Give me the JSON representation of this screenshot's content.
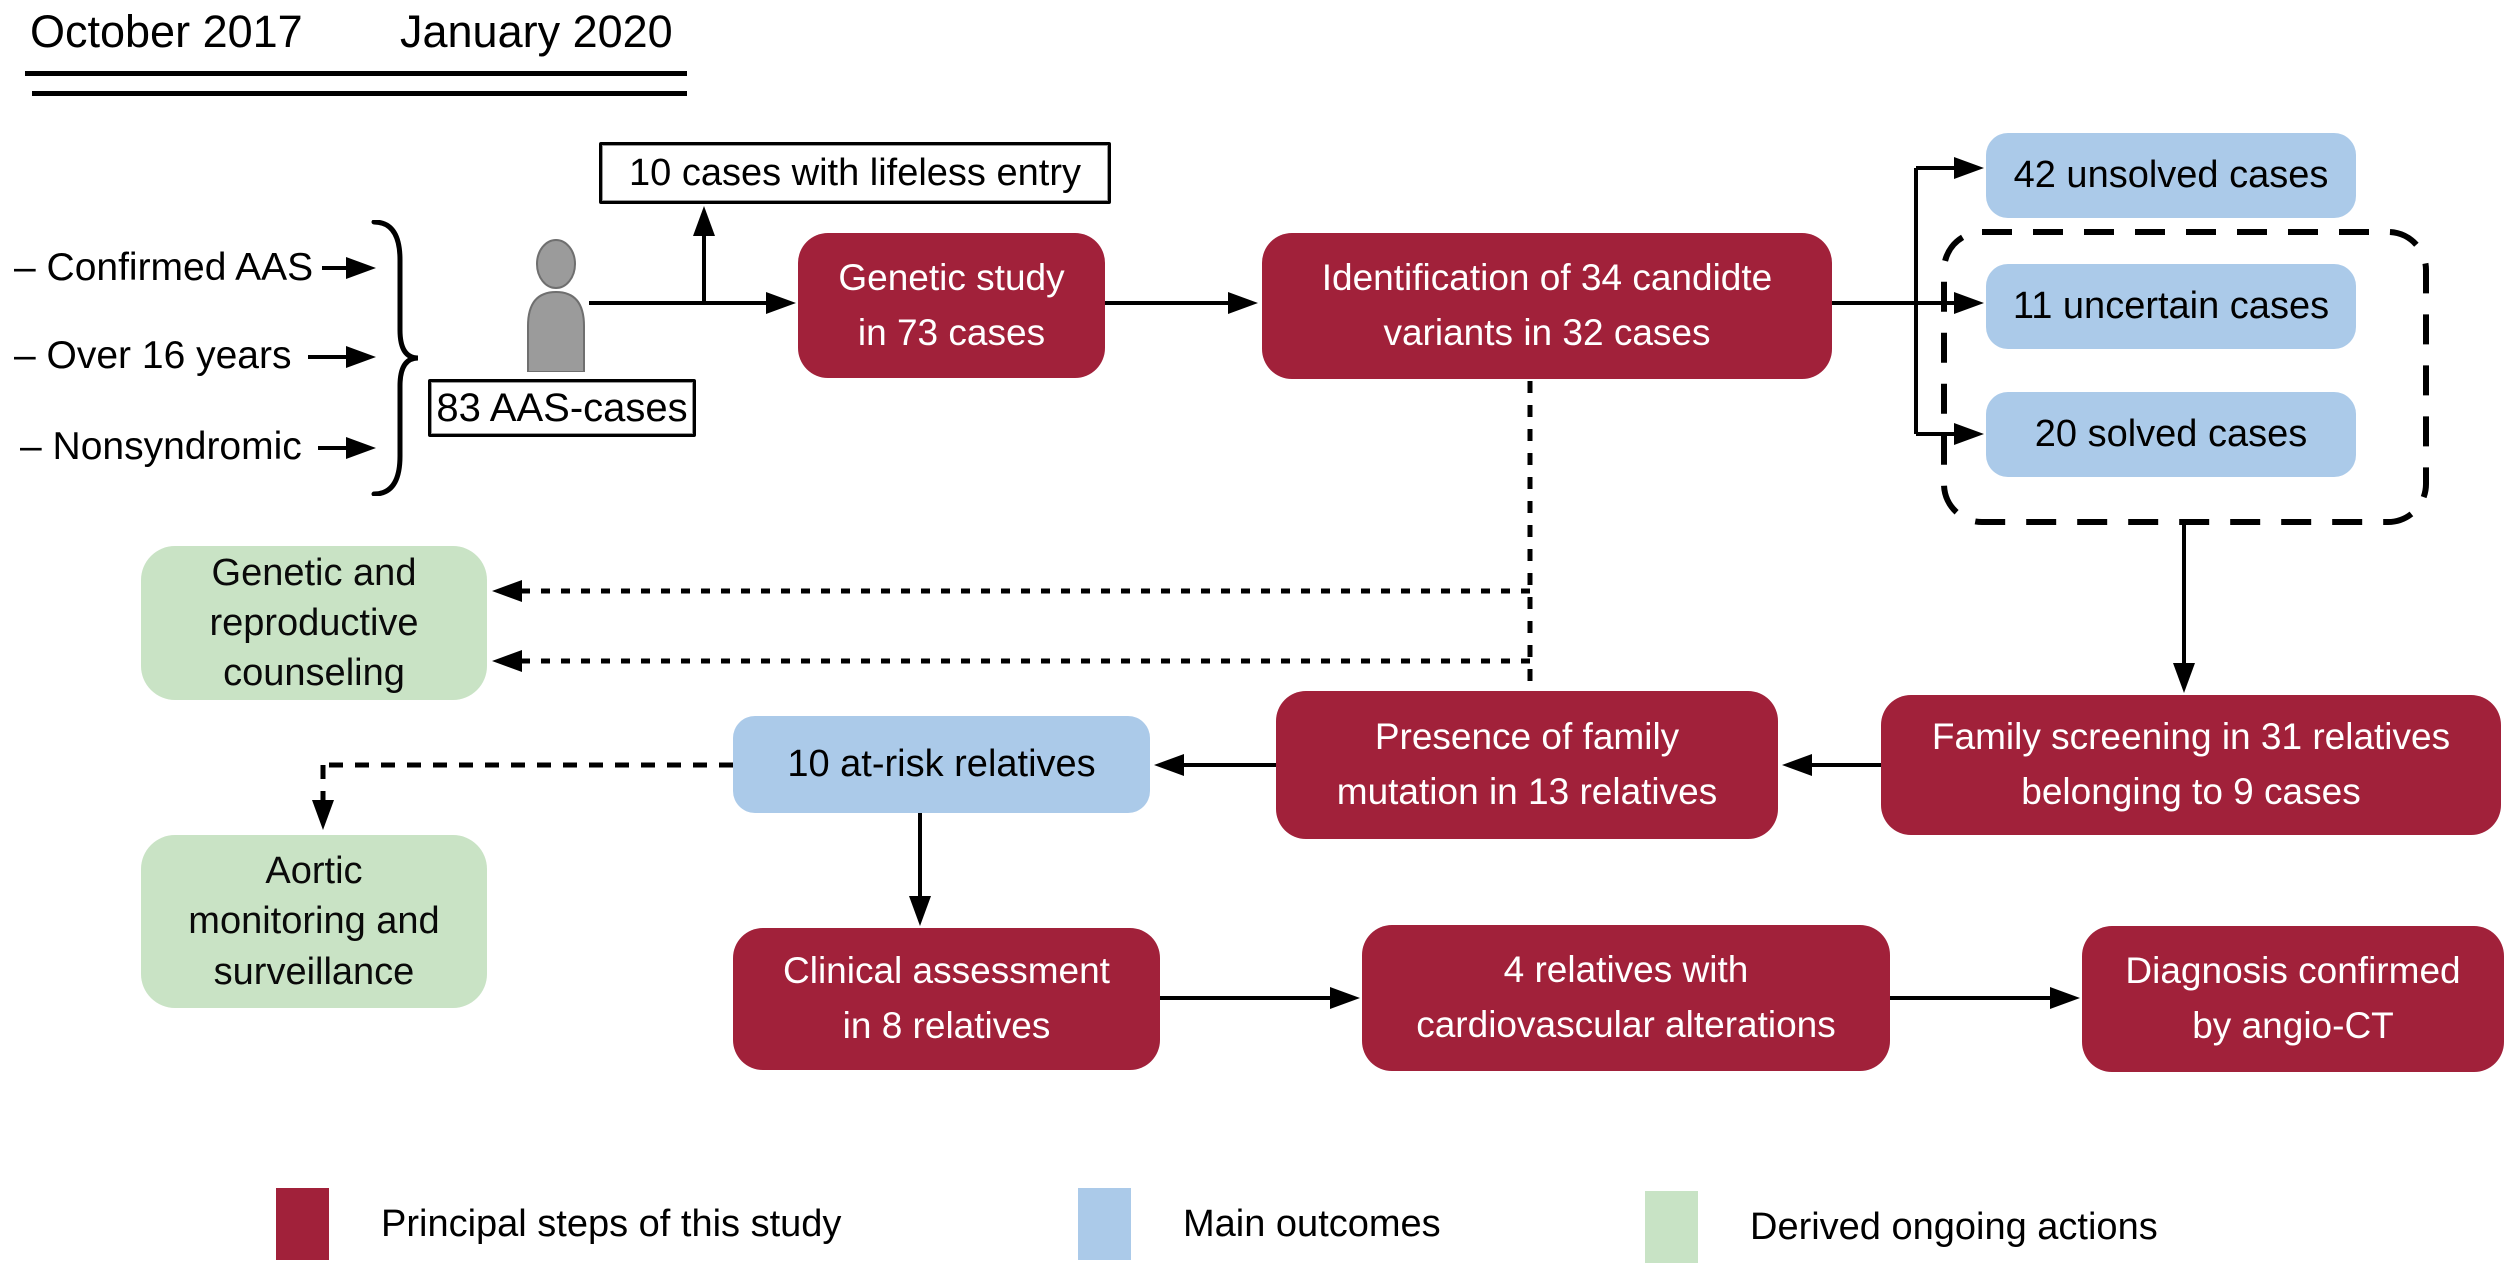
{
  "timeline": {
    "start_date": "October 2017",
    "end_date": "January 2020"
  },
  "inclusion_criteria": [
    "– Confirmed AAS",
    "– Over 16 years",
    "– Nonsyndromic"
  ],
  "cohort": {
    "label": "83 AAS-cases"
  },
  "excluded": {
    "label": "10 cases with lifeless entry"
  },
  "steps": {
    "genetic_study": "Genetic study\nin 73 cases",
    "identification": "Identification of 34 candidte\nvariants in 32 cases",
    "family_screening": "Family screening in 31 relatives\nbelonging to 9 cases",
    "presence_mutation": "Presence of family\nmutation in 13 relatives",
    "clinical_assessment": "Clinical assessment\nin 8 relatives",
    "cardiovascular": "4 relatives with\ncardiovascular alterations",
    "diagnosis": "Diagnosis confirmed\nby angio-CT"
  },
  "outcomes": {
    "unsolved": "42 unsolved cases",
    "uncertain": "11 uncertain cases",
    "solved": "20 solved cases",
    "at_risk": "10 at-risk relatives"
  },
  "actions": {
    "counseling": "Genetic and\nreproductive\ncounseling",
    "monitoring": "Aortic\nmonitoring and\nsurveillance"
  },
  "legend": {
    "principal": {
      "color": "#A1213A",
      "label": "Principal steps of this study"
    },
    "outcomes": {
      "color": "#ABCAE9",
      "label": "Main outcomes"
    },
    "derived": {
      "color": "#C8E3C5",
      "label": "Derived ongoing actions"
    }
  }
}
